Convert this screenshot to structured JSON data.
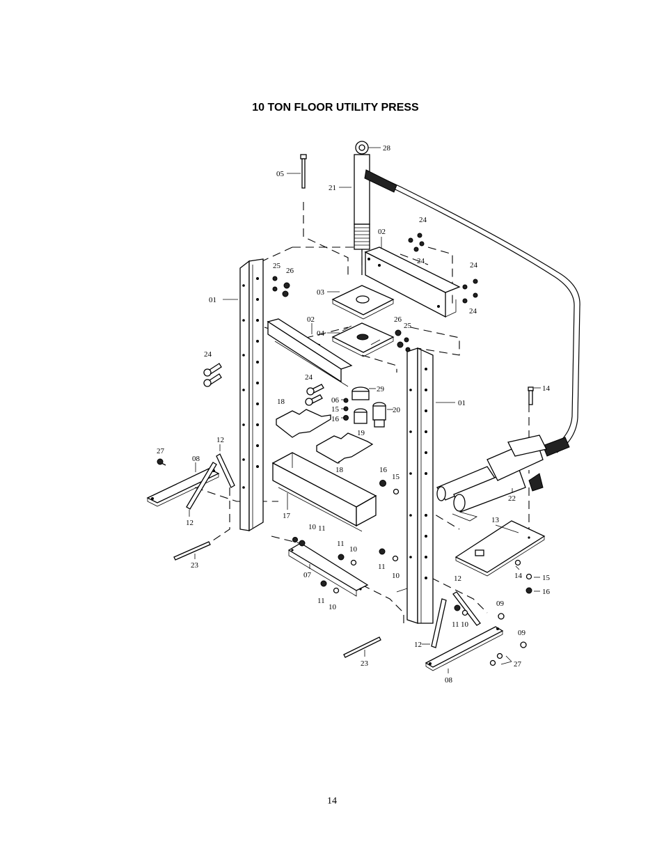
{
  "title": "10 TON FLOOR UTILITY  PRESS",
  "page_number": "14",
  "part_labels": {
    "p01a": "01",
    "p01b": "01",
    "p02a": "02",
    "p02b": "02",
    "p03": "03",
    "p04": "04",
    "p05": "05",
    "p06": "06",
    "p07": "07",
    "p08a": "08",
    "p08b": "08",
    "p09a": "09",
    "p09b": "09",
    "p10a": "10",
    "p10b": "10",
    "p10c": "10",
    "p10d": "10",
    "p10e": "10",
    "p11a": "11",
    "p11b": "11",
    "p11c": "11",
    "p11d": "11",
    "p11e": "11",
    "p12a": "12",
    "p12b": "12",
    "p12c": "12",
    "p12d": "12",
    "p13": "13",
    "p14a": "14",
    "p14b": "14",
    "p15a": "15",
    "p15b": "15",
    "p15c": "15",
    "p16a": "16",
    "p16b": "16",
    "p16c": "16",
    "p17": "17",
    "p18a": "18",
    "p18b": "18",
    "p19": "19",
    "p20": "20",
    "p21": "21",
    "p22": "22",
    "p23a": "23",
    "p23b": "23",
    "p24a": "24",
    "p24b": "24",
    "p24c": "24",
    "p24d": "24",
    "p24e": "24",
    "p25a": "25",
    "p25b": "25",
    "p26a": "26",
    "p26b": "26",
    "p27a": "27",
    "p27b": "27",
    "p28": "28",
    "p29": "29"
  }
}
